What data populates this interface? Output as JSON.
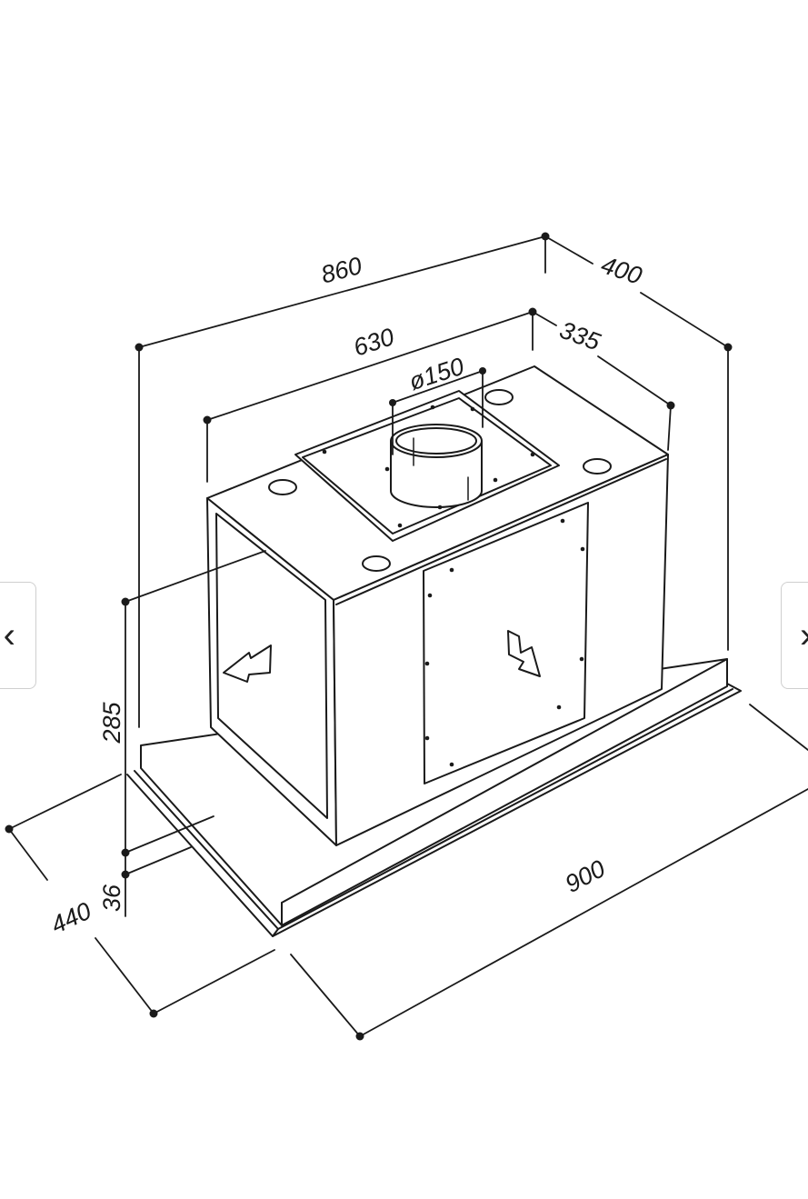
{
  "dimensions": {
    "overall_width": "860",
    "overall_depth": "400",
    "inner_width": "630",
    "inner_depth": "335",
    "duct_diameter": "ø150",
    "body_height": "285",
    "frame_height": "36",
    "frame_depth": "440",
    "frame_width": "900"
  },
  "navigation": {
    "prev_icon": "chevron-left-icon",
    "next_icon": "chevron-right-icon",
    "prev_glyph": "‹",
    "next_glyph": "›"
  },
  "colors": {
    "line": "#1a1a1a",
    "background": "#ffffff"
  }
}
